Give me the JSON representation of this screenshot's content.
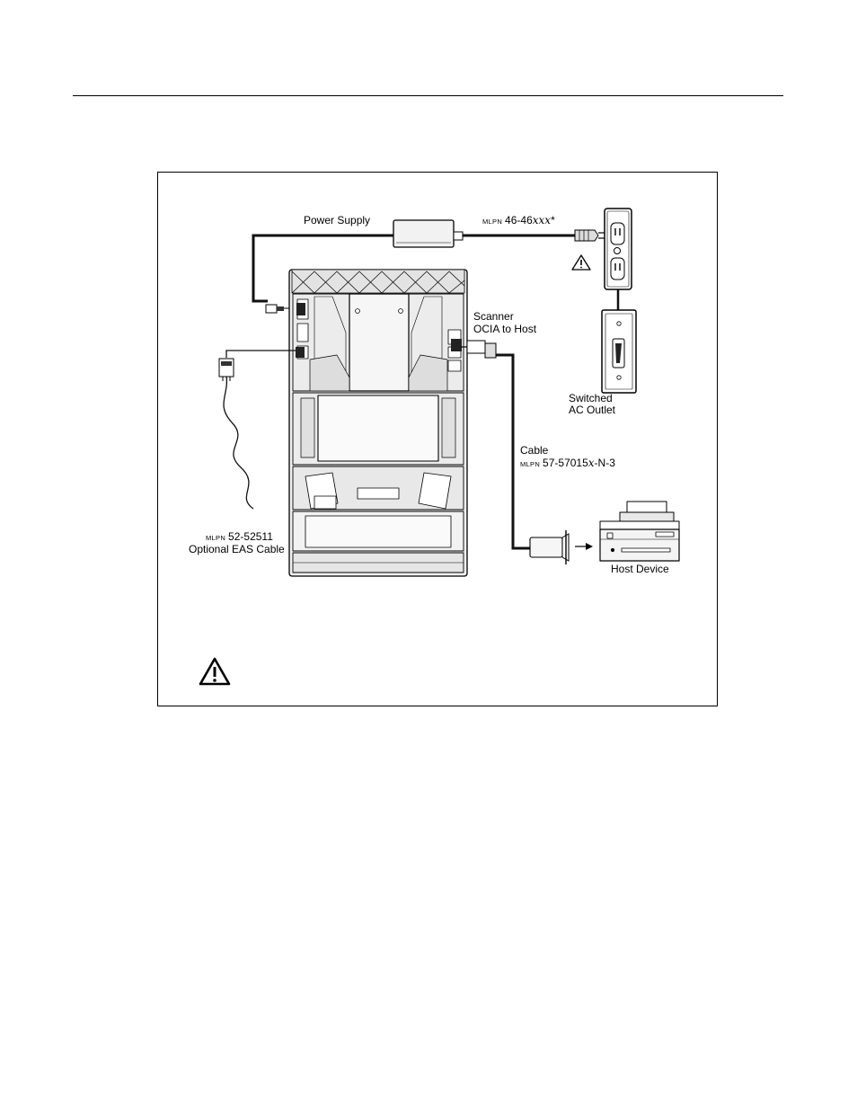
{
  "labels": {
    "power_supply": "Power Supply",
    "ps_cable": {
      "prefix": "MLPN",
      "part": "46-46",
      "variable": "xxx",
      "suffix": "*"
    },
    "scanner_line1": "Scanner",
    "scanner_line2": "OCIA to Host",
    "switched_line1": "Switched",
    "switched_line2": "AC Outlet",
    "cable_line1": "Cable",
    "cable_part": {
      "prefix": "MLPN",
      "part": "57-57015",
      "variable": "x",
      "suffix": "-N-3"
    },
    "eas_part": {
      "prefix": "MLPN",
      "part": "52-52511"
    },
    "eas_line2": "Optional EAS Cable",
    "host_device": "Host Device"
  },
  "icons": {
    "warning_small": "warning-triangle-icon",
    "warning_large": "warning-triangle-icon"
  },
  "colors": {
    "line": "#000000",
    "device_fill": "#f2f2f2",
    "panel_fill": "#e6e6e6",
    "cable": "#111111"
  }
}
